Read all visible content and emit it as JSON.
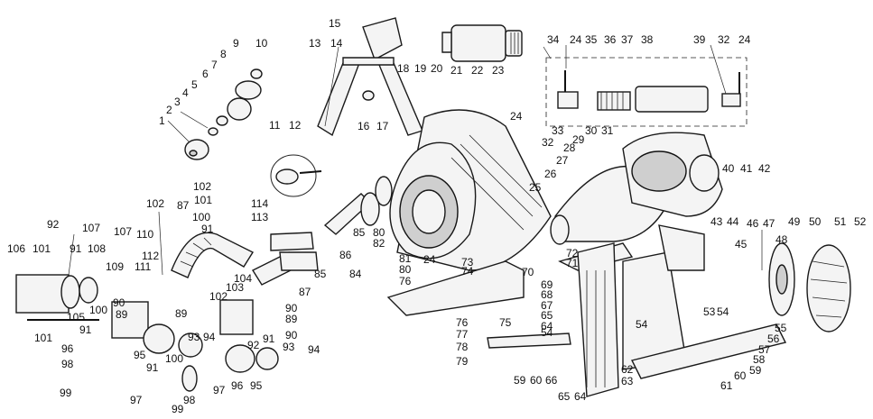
{
  "callouts": [
    {
      "id": "c1",
      "text": "1"
    },
    {
      "id": "c2",
      "text": "2"
    },
    {
      "id": "c3",
      "text": "3"
    },
    {
      "id": "c4",
      "text": "4"
    },
    {
      "id": "c5",
      "text": "5"
    },
    {
      "id": "c6",
      "text": "6"
    },
    {
      "id": "c7",
      "text": "7"
    },
    {
      "id": "c8",
      "text": "8"
    },
    {
      "id": "c9",
      "text": "9"
    },
    {
      "id": "c10",
      "text": "10"
    },
    {
      "id": "c11",
      "text": "11"
    },
    {
      "id": "c12",
      "text": "12"
    },
    {
      "id": "c13",
      "text": "13"
    },
    {
      "id": "c14",
      "text": "14"
    },
    {
      "id": "c15",
      "text": "15"
    },
    {
      "id": "c16",
      "text": "16"
    },
    {
      "id": "c17",
      "text": "17"
    },
    {
      "id": "c18",
      "text": "18"
    },
    {
      "id": "c19",
      "text": "19"
    },
    {
      "id": "c20",
      "text": "20"
    },
    {
      "id": "c21",
      "text": "21"
    },
    {
      "id": "c22",
      "text": "22"
    },
    {
      "id": "c23",
      "text": "23"
    },
    {
      "id": "c24a",
      "text": "24"
    },
    {
      "id": "c24b",
      "text": "24"
    },
    {
      "id": "c24c",
      "text": "24"
    },
    {
      "id": "c24d",
      "text": "24"
    },
    {
      "id": "c25",
      "text": "25"
    },
    {
      "id": "c26",
      "text": "26"
    },
    {
      "id": "c27",
      "text": "27"
    },
    {
      "id": "c28",
      "text": "28"
    },
    {
      "id": "c29",
      "text": "29"
    },
    {
      "id": "c30",
      "text": "30"
    },
    {
      "id": "c31",
      "text": "31"
    },
    {
      "id": "c32a",
      "text": "32"
    },
    {
      "id": "c32b",
      "text": "32"
    },
    {
      "id": "c33",
      "text": "33"
    },
    {
      "id": "c34",
      "text": "34"
    },
    {
      "id": "c35",
      "text": "35"
    },
    {
      "id": "c36",
      "text": "36"
    },
    {
      "id": "c37",
      "text": "37"
    },
    {
      "id": "c38",
      "text": "38"
    },
    {
      "id": "c39",
      "text": "39"
    },
    {
      "id": "c40",
      "text": "40"
    },
    {
      "id": "c41",
      "text": "41"
    },
    {
      "id": "c42",
      "text": "42"
    },
    {
      "id": "c43",
      "text": "43"
    },
    {
      "id": "c44",
      "text": "44"
    },
    {
      "id": "c45",
      "text": "45"
    },
    {
      "id": "c46",
      "text": "46"
    },
    {
      "id": "c47",
      "text": "47"
    },
    {
      "id": "c48",
      "text": "48"
    },
    {
      "id": "c49",
      "text": "49"
    },
    {
      "id": "c50",
      "text": "50"
    },
    {
      "id": "c51",
      "text": "51"
    },
    {
      "id": "c52",
      "text": "52"
    },
    {
      "id": "c53",
      "text": "53"
    },
    {
      "id": "c54a",
      "text": "54"
    },
    {
      "id": "c54b",
      "text": "54"
    },
    {
      "id": "c54c",
      "text": "54"
    },
    {
      "id": "c55",
      "text": "55"
    },
    {
      "id": "c56",
      "text": "56"
    },
    {
      "id": "c57",
      "text": "57"
    },
    {
      "id": "c58",
      "text": "58"
    },
    {
      "id": "c59a",
      "text": "59"
    },
    {
      "id": "c59b",
      "text": "59"
    },
    {
      "id": "c60a",
      "text": "60"
    },
    {
      "id": "c60b",
      "text": "60"
    },
    {
      "id": "c61",
      "text": "61"
    },
    {
      "id": "c62",
      "text": "62"
    },
    {
      "id": "c63",
      "text": "63"
    },
    {
      "id": "c64a",
      "text": "64"
    },
    {
      "id": "c64b",
      "text": "64"
    },
    {
      "id": "c65a",
      "text": "65"
    },
    {
      "id": "c65b",
      "text": "65"
    },
    {
      "id": "c66",
      "text": "66"
    },
    {
      "id": "c67",
      "text": "67"
    },
    {
      "id": "c68",
      "text": "68"
    },
    {
      "id": "c69",
      "text": "69"
    },
    {
      "id": "c70",
      "text": "70"
    },
    {
      "id": "c71",
      "text": "71"
    },
    {
      "id": "c72",
      "text": "72"
    },
    {
      "id": "c73",
      "text": "73"
    },
    {
      "id": "c74",
      "text": "74"
    },
    {
      "id": "c75",
      "text": "75"
    },
    {
      "id": "c76a",
      "text": "76"
    },
    {
      "id": "c76b",
      "text": "76"
    },
    {
      "id": "c77",
      "text": "77"
    },
    {
      "id": "c78",
      "text": "78"
    },
    {
      "id": "c79",
      "text": "79"
    },
    {
      "id": "c80a",
      "text": "80"
    },
    {
      "id": "c80b",
      "text": "80"
    },
    {
      "id": "c81",
      "text": "81"
    },
    {
      "id": "c82",
      "text": "82"
    },
    {
      "id": "c84",
      "text": "84"
    },
    {
      "id": "c85a",
      "text": "85"
    },
    {
      "id": "c85b",
      "text": "85"
    },
    {
      "id": "c86",
      "text": "86"
    },
    {
      "id": "c87a",
      "text": "87"
    },
    {
      "id": "c87b",
      "text": "87"
    },
    {
      "id": "c89a",
      "text": "89"
    },
    {
      "id": "c89b",
      "text": "89"
    },
    {
      "id": "c89c",
      "text": "89"
    },
    {
      "id": "c90a",
      "text": "90"
    },
    {
      "id": "c90b",
      "text": "90"
    },
    {
      "id": "c90c",
      "text": "90"
    },
    {
      "id": "c91a",
      "text": "91"
    },
    {
      "id": "c91b",
      "text": "91"
    },
    {
      "id": "c91c",
      "text": "91"
    },
    {
      "id": "c91d",
      "text": "91"
    },
    {
      "id": "c91e",
      "text": "91"
    },
    {
      "id": "c92a",
      "text": "92"
    },
    {
      "id": "c92b",
      "text": "92"
    },
    {
      "id": "c93a",
      "text": "93"
    },
    {
      "id": "c93b",
      "text": "93"
    },
    {
      "id": "c94a",
      "text": "94"
    },
    {
      "id": "c94b",
      "text": "94"
    },
    {
      "id": "c95a",
      "text": "95"
    },
    {
      "id": "c95b",
      "text": "95"
    },
    {
      "id": "c96a",
      "text": "96"
    },
    {
      "id": "c96b",
      "text": "96"
    },
    {
      "id": "c97a",
      "text": "97"
    },
    {
      "id": "c97b",
      "text": "97"
    },
    {
      "id": "c98a",
      "text": "98"
    },
    {
      "id": "c98b",
      "text": "98"
    },
    {
      "id": "c99a",
      "text": "99"
    },
    {
      "id": "c99b",
      "text": "99"
    },
    {
      "id": "c100a",
      "text": "100"
    },
    {
      "id": "c100b",
      "text": "100"
    },
    {
      "id": "c100c",
      "text": "100"
    },
    {
      "id": "c101a",
      "text": "101"
    },
    {
      "id": "c101b",
      "text": "101"
    },
    {
      "id": "c101c",
      "text": "101"
    },
    {
      "id": "c102a",
      "text": "102"
    },
    {
      "id": "c102b",
      "text": "102"
    },
    {
      "id": "c102c",
      "text": "102"
    },
    {
      "id": "c103",
      "text": "103"
    },
    {
      "id": "c104",
      "text": "104"
    },
    {
      "id": "c105",
      "text": "105"
    },
    {
      "id": "c106",
      "text": "106"
    },
    {
      "id": "c107a",
      "text": "107"
    },
    {
      "id": "c107b",
      "text": "107"
    },
    {
      "id": "c108",
      "text": "108"
    },
    {
      "id": "c109",
      "text": "109"
    },
    {
      "id": "c110",
      "text": "110"
    },
    {
      "id": "c111",
      "text": "111"
    },
    {
      "id": "c112",
      "text": "112"
    },
    {
      "id": "c113",
      "text": "113"
    },
    {
      "id": "c114",
      "text": "114"
    }
  ]
}
